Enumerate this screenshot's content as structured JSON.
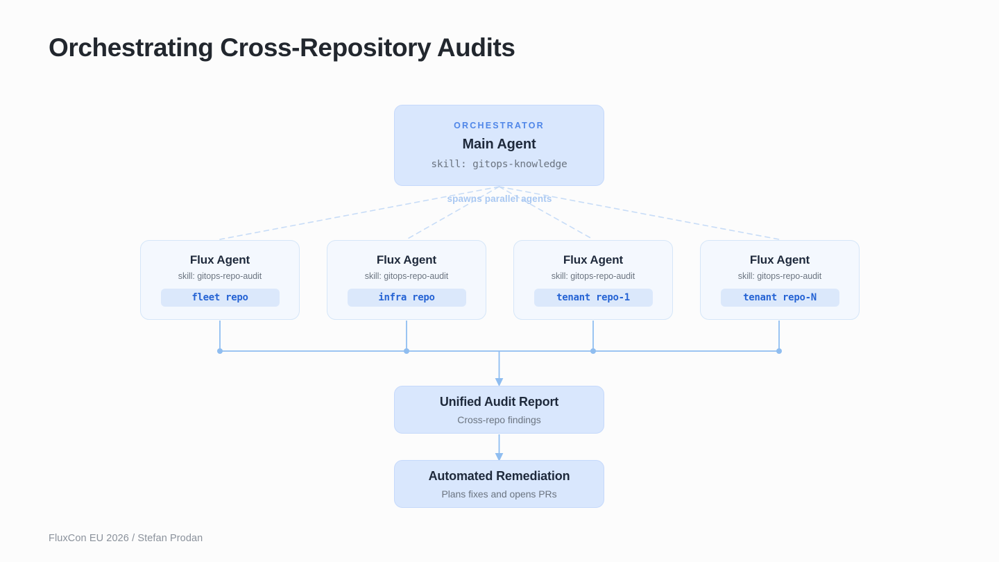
{
  "slide": {
    "title": "Orchestrating Cross-Repository Audits",
    "footer": "FluxCon EU 2026 / Stefan Prodan",
    "background_color": "#fcfcfc"
  },
  "colors": {
    "accent_blue": "#4f86e8",
    "node_fill": "#d9e7fd",
    "node_border": "#c5d9fb",
    "card_fill": "#f4f8fe",
    "card_border": "#d5e6f8",
    "pill_fill": "#dbe8fb",
    "pill_text": "#2563d4",
    "wire": "#8fbdf0",
    "dashed_wire": "#c7dcf7",
    "title_text": "#22272e",
    "body_text": "#1e293b",
    "muted_text": "#6b7480",
    "footer_text": "#8a919b"
  },
  "orchestrator": {
    "kicker": "ORCHESTRATOR",
    "title": "Main Agent",
    "skill": "skill: gitops-knowledge"
  },
  "fanout": {
    "caption": "spawns parallel agents",
    "style": "dashed"
  },
  "agents": [
    {
      "title": "Flux Agent",
      "skill": "skill: gitops-repo-audit",
      "repo": "fleet repo"
    },
    {
      "title": "Flux Agent",
      "skill": "skill: gitops-repo-audit",
      "repo": "infra repo"
    },
    {
      "title": "Flux Agent",
      "skill": "skill: gitops-repo-audit",
      "repo": "tenant repo-1"
    },
    {
      "title": "Flux Agent",
      "skill": "skill: gitops-repo-audit",
      "repo": "tenant repo-N"
    }
  ],
  "results": [
    {
      "title": "Unified Audit Report",
      "subtitle": "Cross-repo findings"
    },
    {
      "title": "Automated Remediation",
      "subtitle": "Plans fixes and opens PRs"
    }
  ]
}
